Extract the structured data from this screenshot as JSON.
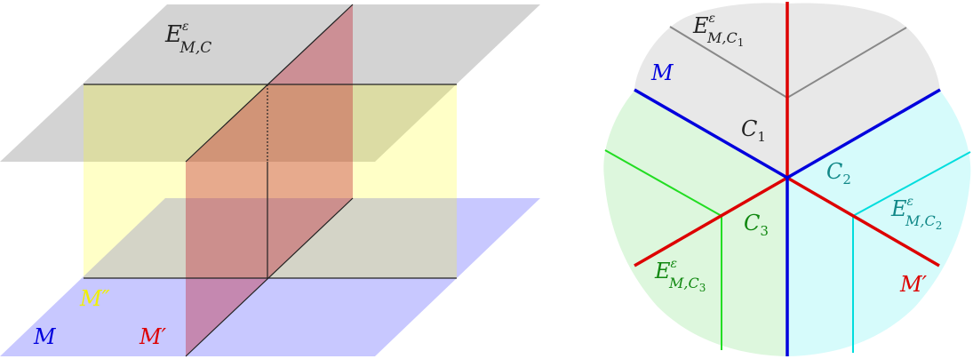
{
  "colors": {
    "blue": "#0000dd",
    "red": "#dd0000",
    "yellow": "#f0f000",
    "cyan": "#00cccc",
    "teal": "#118888",
    "green": "#22dd22",
    "dark_green": "#118811",
    "gray_line": "#888888"
  },
  "left_figure": {
    "top_plane": {
      "main": "E",
      "sup": "ε",
      "sub": "M,C"
    },
    "yellow_label": {
      "main": "M",
      "prime": "″"
    },
    "blue_label": "M",
    "red_label": {
      "main": "M",
      "prime": "′"
    }
  },
  "right_figure": {
    "e_c1": {
      "main": "E",
      "sup": "ε",
      "sub_main": "M,C",
      "sub_index": "1"
    },
    "m_label": "M",
    "c1": {
      "main": "C",
      "index": "1"
    },
    "c2": {
      "main": "C",
      "index": "2"
    },
    "c3": {
      "main": "C",
      "index": "3"
    },
    "e_c2": {
      "main": "E",
      "sup": "ε",
      "sub_main": "M,C",
      "sub_index": "2"
    },
    "e_c3": {
      "main": "E",
      "sup": "ε",
      "sub_main": "M,C",
      "sub_index": "3"
    },
    "m_prime": {
      "main": "M",
      "prime": "′"
    }
  }
}
